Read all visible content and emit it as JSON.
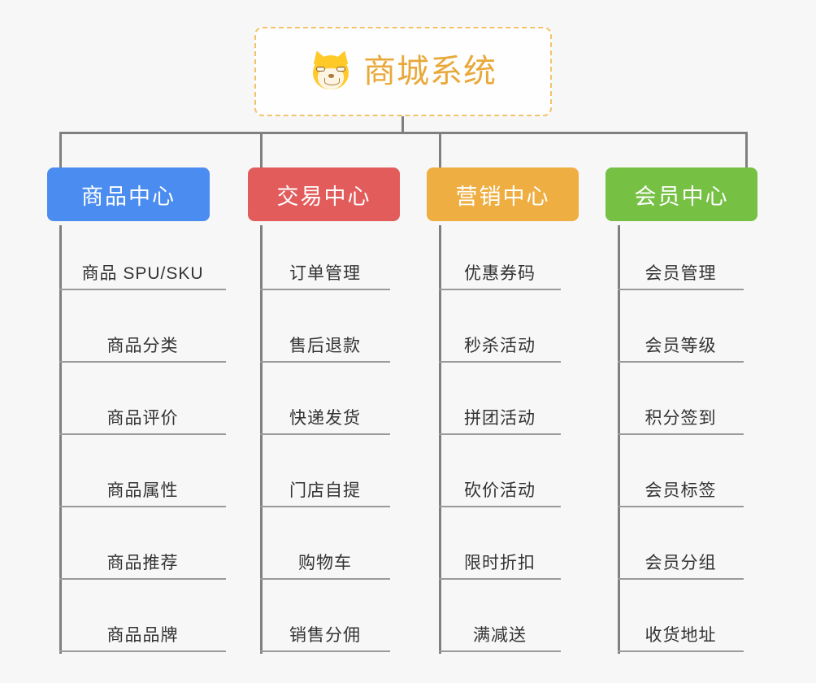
{
  "root": {
    "title": "商城系统",
    "icon": "shiba-dog-face-icon",
    "border_color": "#f3c26b",
    "text_color": "#e8a93a",
    "background": "#fefefe"
  },
  "canvas": {
    "background": "#f7f7f7",
    "connector_color": "#808080"
  },
  "branches": [
    {
      "label": "商品中心",
      "color": "#4a8cf0",
      "items": [
        "商品 SPU/SKU",
        "商品分类",
        "商品评价",
        "商品属性",
        "商品推荐",
        "商品品牌"
      ]
    },
    {
      "label": "交易中心",
      "color": "#e25c5c",
      "items": [
        "订单管理",
        "售后退款",
        "快递发货",
        "门店自提",
        "购物车",
        "销售分佣"
      ]
    },
    {
      "label": "营销中心",
      "color": "#eeae42",
      "items": [
        "优惠券码",
        "秒杀活动",
        "拼团活动",
        "砍价活动",
        "限时折扣",
        "满减送"
      ]
    },
    {
      "label": "会员中心",
      "color": "#76c044",
      "items": [
        "会员管理",
        "会员等级",
        "积分签到",
        "会员标签",
        "会员分组",
        "收货地址"
      ]
    }
  ]
}
